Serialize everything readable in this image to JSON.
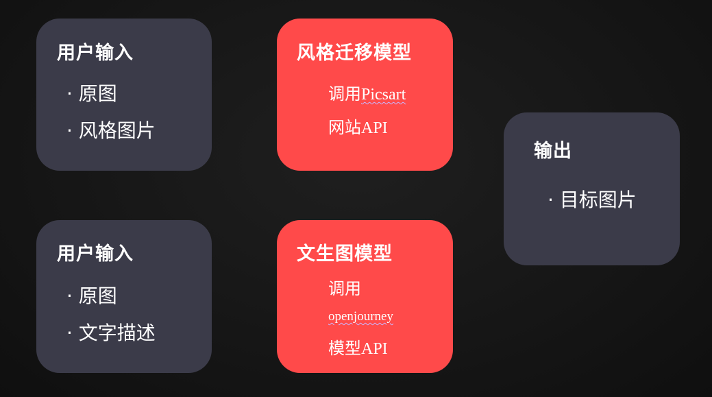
{
  "input_style": {
    "title": "用户输入",
    "items": [
      "· 原图",
      "· 风格图片"
    ]
  },
  "input_text": {
    "title": "用户输入",
    "items": [
      "· 原图",
      "· 文字描述"
    ]
  },
  "style_model": {
    "title": "风格迁移模型",
    "line1_prefix": "调用",
    "line1_brand": "Picsart",
    "line2": "网站API"
  },
  "t2i_model": {
    "title": "文生图模型",
    "line1": "调用",
    "line2": "openjourney",
    "line3": "模型API"
  },
  "output": {
    "title": "输出",
    "items": [
      "· 目标图片"
    ]
  },
  "colors": {
    "box_gray": "#3b3b49",
    "box_red": "#ff4a4a",
    "background": "#141414"
  }
}
